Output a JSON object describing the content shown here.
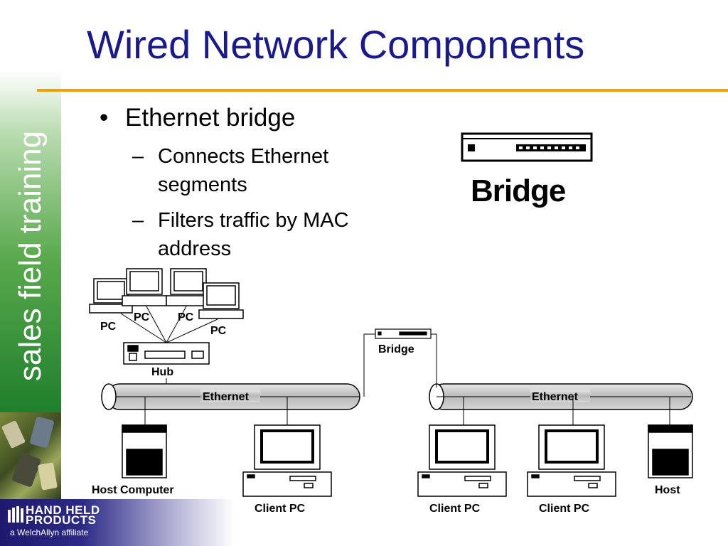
{
  "slide": {
    "title": "Wired Network Components",
    "sidebar_text": "sales field training",
    "bullet": "Ethernet bridge",
    "sub_bullets": [
      "Connects Ethernet segments",
      "Filters traffic by MAC address"
    ],
    "bridge_caption": "Bridge"
  },
  "logo": {
    "brand_line1": "HAND HELD",
    "brand_line2": "PRODUCTS",
    "affiliate": "a WelchAllyn affiliate"
  },
  "diagram": {
    "pc_labels": [
      "PC",
      "PC",
      "PC",
      "PC"
    ],
    "hub_label": "Hub",
    "bridge_label": "Bridge",
    "ethernet_left": "Ethernet",
    "ethernet_right": "Ethernet",
    "host_computer": "Host Computer",
    "client_pc_1": "Client PC",
    "client_pc_2": "Client PC",
    "client_pc_3": "Client PC",
    "host": "Host"
  },
  "colors": {
    "title": "#1a1a8c",
    "accent_rule": "#f0a000",
    "sidebar_green": "#3f9a3a",
    "logo_blue": "#1f1a6e"
  }
}
